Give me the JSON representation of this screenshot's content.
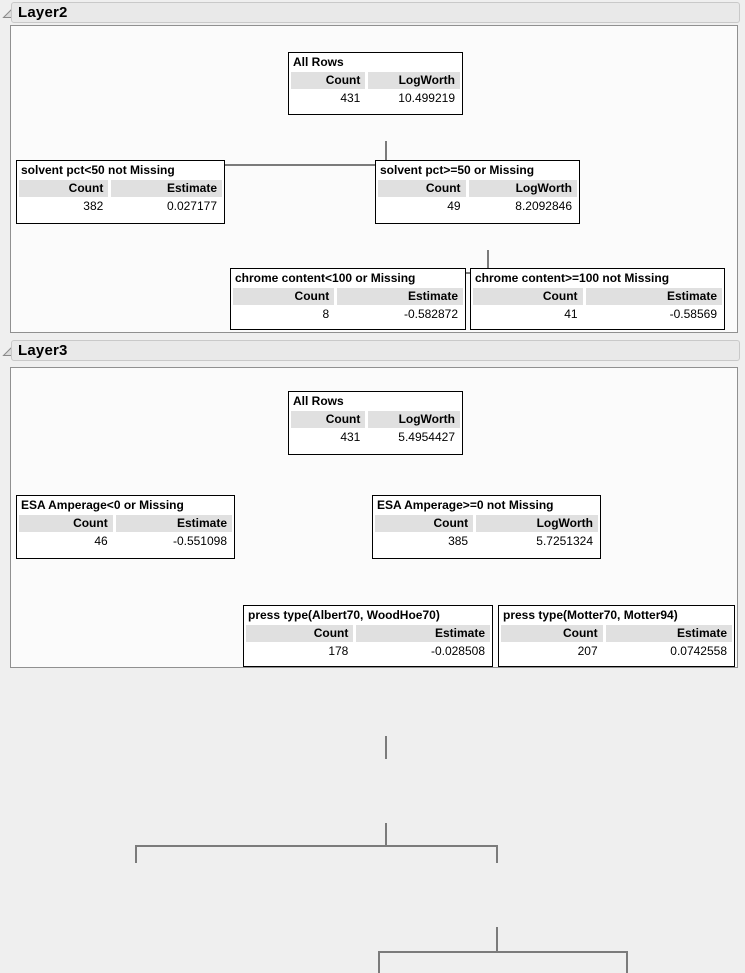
{
  "layers": [
    {
      "title": "Layer2",
      "nodes": [
        {
          "title": "All Rows",
          "col1_header": "Count",
          "col2_header": "LogWorth",
          "col1_value": "431",
          "col2_value": "10.499219"
        },
        {
          "title": "solvent pct<50 not Missing",
          "col1_header": "Count",
          "col2_header": "Estimate",
          "col1_value": "382",
          "col2_value": "0.027177"
        },
        {
          "title": "solvent pct>=50 or Missing",
          "col1_header": "Count",
          "col2_header": "LogWorth",
          "col1_value": "49",
          "col2_value": "8.2092846"
        },
        {
          "title": "chrome content<100 or Missing",
          "col1_header": "Count",
          "col2_header": "Estimate",
          "col1_value": "8",
          "col2_value": "-0.582872"
        },
        {
          "title": "chrome content>=100 not Missing",
          "col1_header": "Count",
          "col2_header": "Estimate",
          "col1_value": "41",
          "col2_value": "-0.58569"
        }
      ]
    },
    {
      "title": "Layer3",
      "nodes": [
        {
          "title": "All Rows",
          "col1_header": "Count",
          "col2_header": "LogWorth",
          "col1_value": "431",
          "col2_value": "5.4954427"
        },
        {
          "title": "ESA Amperage<0 or Missing",
          "col1_header": "Count",
          "col2_header": "Estimate",
          "col1_value": "46",
          "col2_value": "-0.551098"
        },
        {
          "title": "ESA Amperage>=0 not Missing",
          "col1_header": "Count",
          "col2_header": "LogWorth",
          "col1_value": "385",
          "col2_value": "5.7251324"
        },
        {
          "title": "press type(Albert70, WoodHoe70)",
          "col1_header": "Count",
          "col2_header": "Estimate",
          "col1_value": "178",
          "col2_value": "-0.028508"
        },
        {
          "title": "press type(Motter70, Motter94)",
          "col1_header": "Count",
          "col2_header": "Estimate",
          "col1_value": "207",
          "col2_value": "0.0742558"
        }
      ]
    }
  ],
  "icons": {
    "disclosure": "disclosure-triangle-open"
  },
  "colors": {
    "page_bg": "#efefef",
    "panel_bg": "#fbfbfb",
    "header_bar_bg": "#e9e9e9",
    "table_header_cell_bg": "#e0e0e0",
    "connector": "#7b7b7b",
    "node_border": "#000000"
  }
}
